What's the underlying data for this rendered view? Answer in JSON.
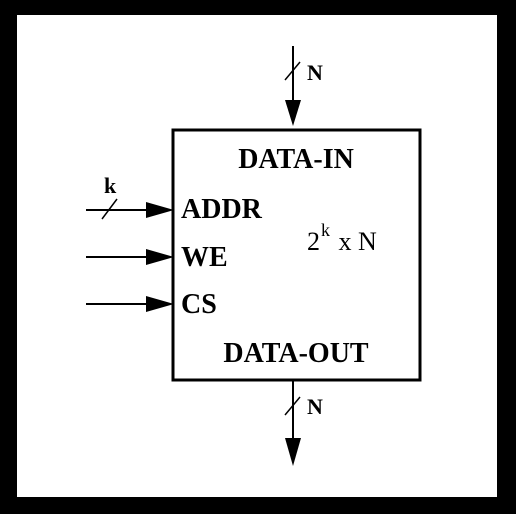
{
  "diagram": {
    "block": {
      "data_in_label": "DATA-IN",
      "data_out_label": "DATA-OUT",
      "capacity_base": "2",
      "capacity_exponent": "k",
      "capacity_rest": " x N"
    },
    "inputs": {
      "addr_label": "ADDR",
      "addr_bus_width": "k",
      "we_label": "WE",
      "cs_label": "CS"
    },
    "buses": {
      "top_width": "N",
      "bottom_width": "N"
    }
  },
  "colors": {
    "frame": "#000000",
    "background": "#ffffff",
    "ink": "#000000"
  }
}
